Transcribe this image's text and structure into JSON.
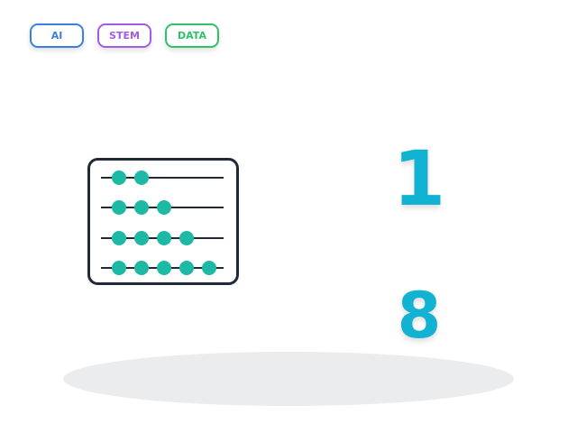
{
  "tags": [
    {
      "label": "AI",
      "color": "#3b7fe0"
    },
    {
      "label": "STEM",
      "color": "#a35ce0"
    },
    {
      "label": "DATA",
      "color": "#2ec26a"
    }
  ],
  "abacus": {
    "icon": "abacus-icon",
    "frame_color": "#1f2937",
    "bead_color": "#1db9a4",
    "rows": [
      2,
      3,
      4,
      5
    ]
  },
  "numbers": {
    "first": "1",
    "second": "8",
    "color": "#12b3d2"
  }
}
